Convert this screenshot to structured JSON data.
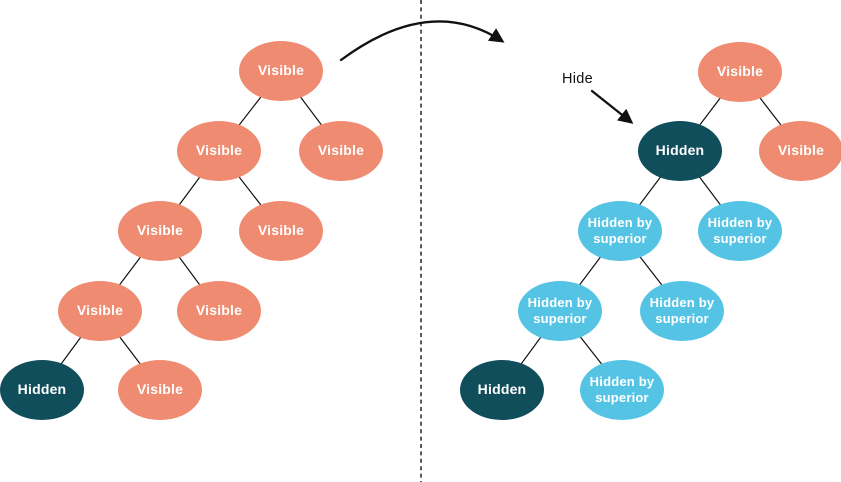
{
  "diagram": {
    "description": "Tree node visibility: before and after hiding a subtree root",
    "hide_label": "Hide",
    "states": {
      "visible": {
        "label": "Visible",
        "color": "#EF8B70"
      },
      "hidden": {
        "label": "Hidden",
        "color": "#114E5C"
      },
      "hidden_by_superior": {
        "label": "Hidden by superior",
        "color": "#55C4E4"
      }
    },
    "line_color": "#111111"
  },
  "trees": {
    "before": {
      "nodes": [
        {
          "label": "Visible",
          "state": "visible"
        },
        {
          "label": "Visible",
          "state": "visible"
        },
        {
          "label": "Visible",
          "state": "visible"
        },
        {
          "label": "Visible",
          "state": "visible"
        },
        {
          "label": "Visible",
          "state": "visible"
        },
        {
          "label": "Visible",
          "state": "visible"
        },
        {
          "label": "Visible",
          "state": "visible"
        },
        {
          "label": "Hidden",
          "state": "hidden"
        },
        {
          "label": "Visible",
          "state": "visible"
        }
      ],
      "edges": [
        [
          0,
          1
        ],
        [
          0,
          2
        ],
        [
          1,
          3
        ],
        [
          1,
          4
        ],
        [
          3,
          5
        ],
        [
          3,
          6
        ],
        [
          5,
          7
        ],
        [
          5,
          8
        ]
      ]
    },
    "after": {
      "nodes": [
        {
          "label": "Visible",
          "state": "visible"
        },
        {
          "label": "Hidden",
          "state": "hidden"
        },
        {
          "label": "Visible",
          "state": "visible"
        },
        {
          "label": "Hidden by superior",
          "state": "hidden_by_superior"
        },
        {
          "label": "Hidden by superior",
          "state": "hidden_by_superior"
        },
        {
          "label": "Hidden by superior",
          "state": "hidden_by_superior"
        },
        {
          "label": "Hidden by superior",
          "state": "hidden_by_superior"
        },
        {
          "label": "Hidden",
          "state": "hidden"
        },
        {
          "label": "Hidden by superior",
          "state": "hidden_by_superior"
        }
      ],
      "edges": [
        [
          0,
          1
        ],
        [
          0,
          2
        ],
        [
          1,
          3
        ],
        [
          1,
          4
        ],
        [
          3,
          5
        ],
        [
          3,
          6
        ],
        [
          5,
          7
        ],
        [
          5,
          8
        ]
      ]
    }
  }
}
